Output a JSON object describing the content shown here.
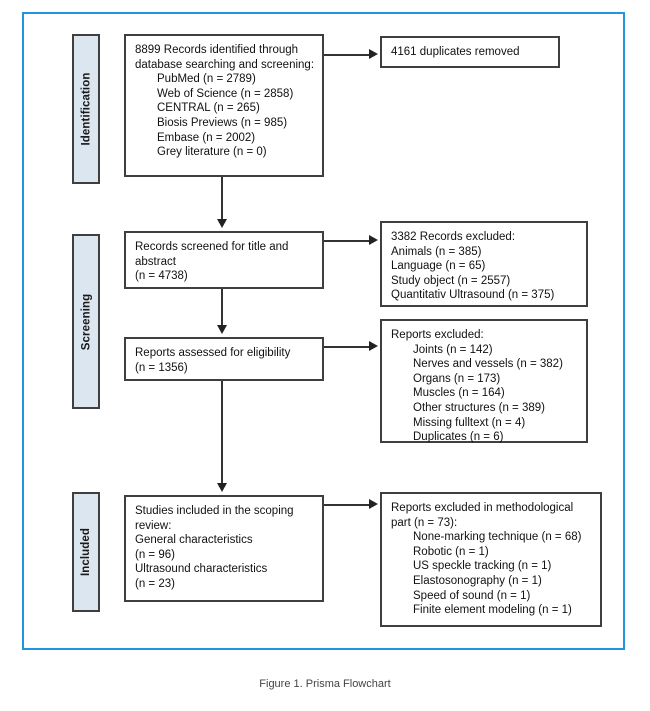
{
  "figure": {
    "caption": "Figure 1. Prisma Flowchart",
    "frame_color": "#2196dd",
    "stage_box_fill": "#dce6f1",
    "box_border_color": "#3f3f3f"
  },
  "stages": [
    {
      "id": "identification",
      "label": "Identification"
    },
    {
      "id": "screening",
      "label": "Screening"
    },
    {
      "id": "included",
      "label": "Included"
    }
  ],
  "boxes": {
    "records_identified": {
      "lines": [
        {
          "text": "8899 Records identified through",
          "indent": false
        },
        {
          "text": "database searching and screening:",
          "indent": false
        },
        {
          "text": "PubMed (n = 2789)",
          "indent": true
        },
        {
          "text": "Web of Science (n = 2858)",
          "indent": true
        },
        {
          "text": "CENTRAL (n = 265)",
          "indent": true
        },
        {
          "text": "Biosis Previews (n = 985)",
          "indent": true
        },
        {
          "text": "Embase (n = 2002)",
          "indent": true
        },
        {
          "text": "Grey literature (n = 0)",
          "indent": true
        }
      ]
    },
    "duplicates_removed": {
      "lines": [
        {
          "text": "4161 duplicates removed",
          "indent": false
        }
      ]
    },
    "records_screened": {
      "lines": [
        {
          "text": "Records screened for title and",
          "indent": false
        },
        {
          "text": "abstract",
          "indent": false
        },
        {
          "text": "(n = 4738)",
          "indent": false
        }
      ]
    },
    "records_excluded": {
      "lines": [
        {
          "text": "3382 Records excluded:",
          "indent": false
        },
        {
          "text": "Animals (n = 385)",
          "indent": false
        },
        {
          "text": "Language (n = 65)",
          "indent": false
        },
        {
          "text": "Study object (n = 2557)",
          "indent": false
        },
        {
          "text": "Quantitativ Ultrasound (n = 375)",
          "indent": false
        }
      ]
    },
    "reports_assessed": {
      "lines": [
        {
          "text": "Reports assessed for eligibility",
          "indent": false
        },
        {
          "text": "(n = 1356)",
          "indent": false
        }
      ]
    },
    "reports_excluded": {
      "lines": [
        {
          "text": "Reports excluded:",
          "indent": false
        },
        {
          "text": "Joints (n = 142)",
          "indent": true
        },
        {
          "text": "Nerves and vessels (n = 382)",
          "indent": true
        },
        {
          "text": "Organs (n = 173)",
          "indent": true
        },
        {
          "text": "Muscles (n = 164)",
          "indent": true
        },
        {
          "text": "Other structures (n = 389)",
          "indent": true
        },
        {
          "text": "Missing fulltext (n = 4)",
          "indent": true
        },
        {
          "text": "Duplicates (n = 6)",
          "indent": true
        }
      ]
    },
    "studies_included": {
      "lines": [
        {
          "text": "Studies included in the scoping",
          "indent": false
        },
        {
          "text": "review:",
          "indent": false
        },
        {
          "text": "General characteristics",
          "indent": false
        },
        {
          "text": "(n = 96)",
          "indent": false
        },
        {
          "text": "Ultrasound characteristics",
          "indent": false
        },
        {
          "text": "(n = 23)",
          "indent": false
        }
      ]
    },
    "reports_excluded_methodological": {
      "lines": [
        {
          "text": "Reports excluded in methodological",
          "indent": false
        },
        {
          "text": "part (n = 73):",
          "indent": false
        },
        {
          "text": "None-marking technique (n = 68)",
          "indent": true
        },
        {
          "text": "Robotic (n = 1)",
          "indent": true
        },
        {
          "text": "US speckle tracking (n = 1)",
          "indent": true
        },
        {
          "text": "Elastosonography (n = 1)",
          "indent": true
        },
        {
          "text": "Speed of sound (n = 1)",
          "indent": true
        },
        {
          "text": "Finite element modeling (n = 1)",
          "indent": true
        }
      ]
    }
  },
  "chart_data": {
    "type": "diagram",
    "title": "Figure 1. Prisma Flowchart",
    "diagram_kind": "PRISMA flow diagram",
    "stages": [
      "Identification",
      "Screening",
      "Included"
    ],
    "nodes": [
      {
        "id": "records_identified",
        "stage": "Identification",
        "total": 8899,
        "breakdown": {
          "PubMed": 2789,
          "Web of Science": 2858,
          "CENTRAL": 265,
          "Biosis Previews": 985,
          "Embase": 2002,
          "Grey literature": 0
        }
      },
      {
        "id": "duplicates_removed",
        "stage": "Identification",
        "total": 4161
      },
      {
        "id": "records_screened",
        "stage": "Screening",
        "total": 4738
      },
      {
        "id": "records_excluded",
        "stage": "Screening",
        "total": 3382,
        "breakdown": {
          "Animals": 385,
          "Language": 65,
          "Study object": 2557,
          "Quantitativ Ultrasound": 375
        }
      },
      {
        "id": "reports_assessed",
        "stage": "Screening",
        "total": 1356
      },
      {
        "id": "reports_excluded",
        "stage": "Screening",
        "breakdown": {
          "Joints": 142,
          "Nerves and vessels": 382,
          "Organs": 173,
          "Muscles": 164,
          "Other structures": 389,
          "Missing fulltext": 4,
          "Duplicates": 6
        }
      },
      {
        "id": "studies_included",
        "stage": "Included",
        "breakdown": {
          "General characteristics": 96,
          "Ultrasound characteristics": 23
        }
      },
      {
        "id": "reports_excluded_methodological",
        "stage": "Included",
        "total": 73,
        "breakdown": {
          "None-marking technique": 68,
          "Robotic": 1,
          "US speckle tracking": 1,
          "Elastosonography": 1,
          "Speed of sound": 1,
          "Finite element modeling": 1
        }
      }
    ],
    "edges": [
      {
        "from": "records_identified",
        "to": "duplicates_removed",
        "direction": "right"
      },
      {
        "from": "records_identified",
        "to": "records_screened",
        "direction": "down"
      },
      {
        "from": "records_screened",
        "to": "records_excluded",
        "direction": "right"
      },
      {
        "from": "records_screened",
        "to": "reports_assessed",
        "direction": "down"
      },
      {
        "from": "reports_assessed",
        "to": "reports_excluded",
        "direction": "right"
      },
      {
        "from": "reports_assessed",
        "to": "studies_included",
        "direction": "down"
      },
      {
        "from": "studies_included",
        "to": "reports_excluded_methodological",
        "direction": "right"
      }
    ]
  }
}
